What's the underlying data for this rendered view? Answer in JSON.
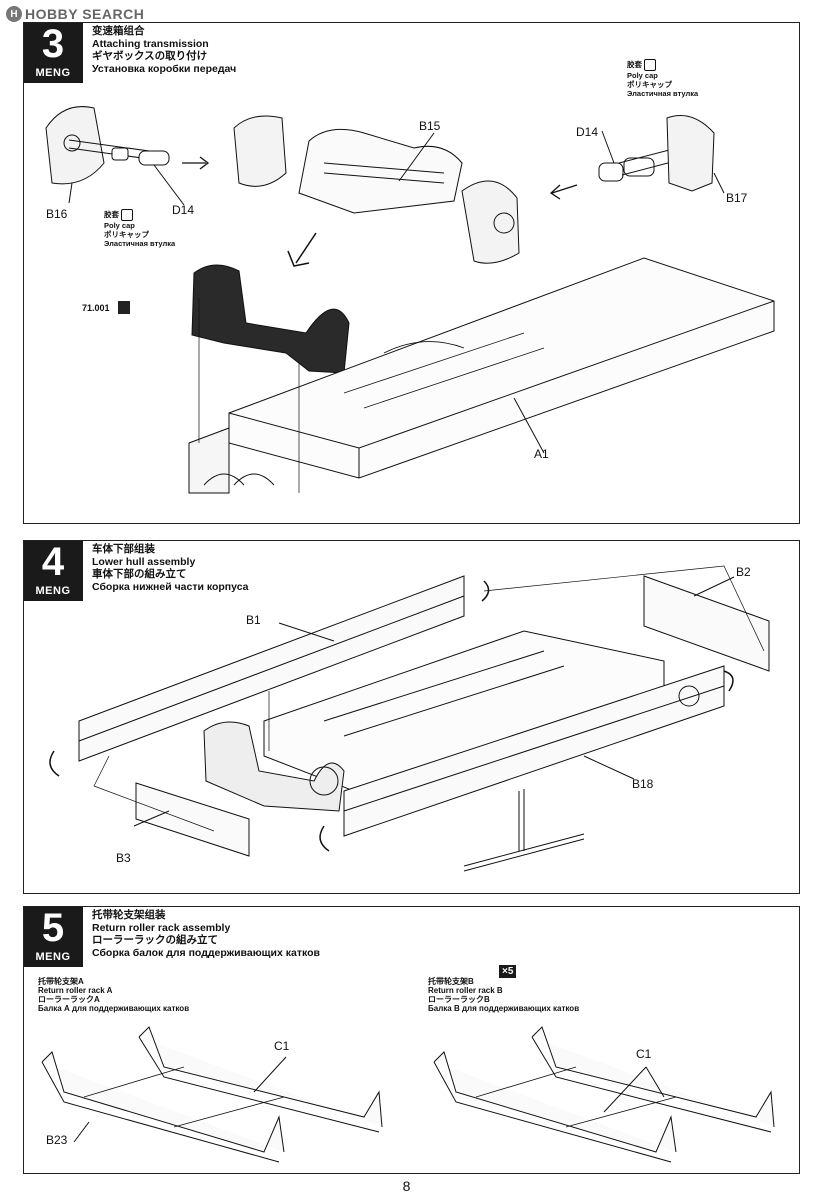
{
  "watermark": {
    "logo": "H",
    "text": "HOBBY SEARCH"
  },
  "steps": [
    {
      "number": "3",
      "brand": "MENG",
      "titles": [
        "变速箱组合",
        "Attaching transmission",
        "ギヤボックスの取り付け",
        "Установка коробки передач"
      ],
      "labels": [
        "B15",
        "D14",
        "B17",
        "B16",
        "D14",
        "A1"
      ],
      "polycap": [
        "胶套",
        "Poly cap",
        "ポリキャップ",
        "Эластичная втулка"
      ],
      "paint_code": "71.001"
    },
    {
      "number": "4",
      "brand": "MENG",
      "titles": [
        "车体下部组装",
        "Lower hull assembly",
        "車体下部の組み立て",
        "Сборка нижней части корпуса"
      ],
      "labels": [
        "B2",
        "B1",
        "B18",
        "B3"
      ]
    },
    {
      "number": "5",
      "brand": "MENG",
      "titles": [
        "托带轮支架组装",
        "Return roller rack assembly",
        "ローラーラックの組み立て",
        "Сборка балок для поддерживающих катков"
      ],
      "rack_a": [
        "托带轮支架A",
        "Return roller rack A",
        "ローラーラックA",
        "Балка А для поддерживающих катков"
      ],
      "rack_b": [
        "托带轮支架B",
        "Return roller rack B",
        "ローラーラックB",
        "Балка В для поддерживающих катков"
      ],
      "multiplier": "×5",
      "labels": [
        "C1",
        "B23",
        "C1"
      ]
    }
  ],
  "page_number": "8"
}
